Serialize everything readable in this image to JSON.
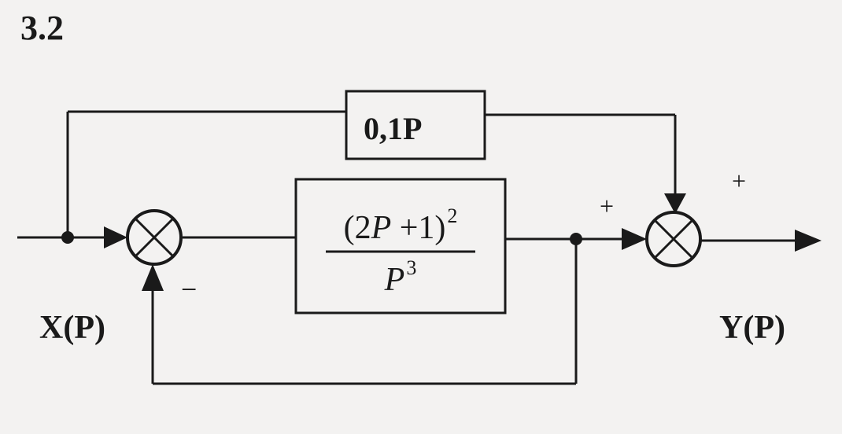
{
  "figure_number": "3.2",
  "blocks": {
    "feedforward_gain": "0,1P",
    "forward": {
      "numerator_base": "(2",
      "numerator_var": "P",
      "numerator_rest": " +1)",
      "numerator_exp": "2",
      "denominator_var": "P",
      "denominator_exp": "3"
    }
  },
  "signs": {
    "lower_input_right_sum": "+",
    "upper_input_right_sum": "+",
    "feedback_left_sum": "−"
  },
  "signals": {
    "input": "X(P)",
    "output": "Y(P)"
  },
  "colors": {
    "ink": "#1a1a1a",
    "paper": "#f3f2f1"
  }
}
